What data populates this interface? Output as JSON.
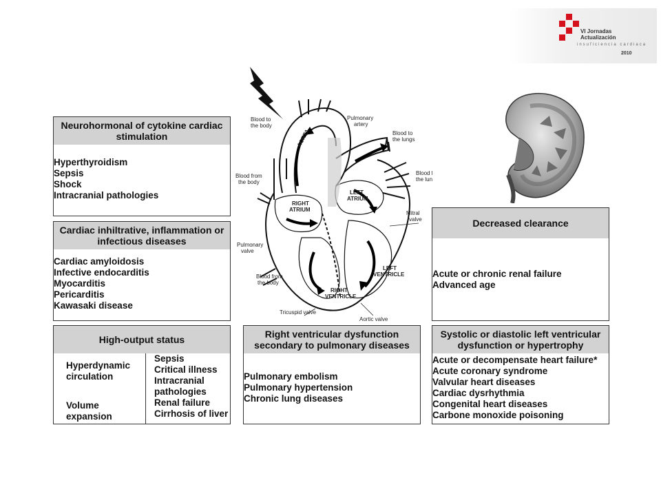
{
  "logo": {
    "line1": "VI Jornadas",
    "line2": "Actualización",
    "line3": "insuficiencia cardiaca",
    "year": "2010",
    "accent_color": "#d6111e"
  },
  "boxes": {
    "neuro": {
      "title": "Neurohormonal of cytokine cardiac stimulation",
      "items": [
        "Hyperthyroidism",
        "Sepsis",
        "Shock",
        "Intracranial pathologies"
      ]
    },
    "infiltrative": {
      "title": "Cardiac inhiltrative, inflammation or infectious diseases",
      "items": [
        "Cardiac amyloidosis",
        "Infective endocarditis",
        "Myocarditis",
        "Pericarditis",
        "Kawasaki disease"
      ]
    },
    "high_output": {
      "title": "High-output status",
      "left": [
        "Hyperdynamic circulation",
        "Volume expansion"
      ],
      "right": [
        "Sepsis",
        "Critical illness",
        "Intracranial pathologies",
        "Renal failure",
        "Cirrhosis of liver"
      ]
    },
    "rv": {
      "title": "Right ventricular dysfunction secondary to pulmonary diseases",
      "items": [
        "Pulmonary embolism",
        "Pulmonary hypertension",
        "Chronic lung diseases"
      ]
    },
    "clearance": {
      "title": "Decreased clearance",
      "items": [
        "Acute or chronic renal failure",
        "Advanced age"
      ]
    },
    "lv": {
      "title": "Systolic or diastolic left ventricular dysfunction or hypertrophy",
      "items": [
        "Acute or decompensate heart failure*",
        "Acute coronary syndrome",
        "Valvular heart diseases",
        "Cardiac dysrhythmia",
        "Congenital heart diseases",
        "Carbone monoxide poisoning"
      ]
    }
  },
  "heart": {
    "aorta": "AORTA",
    "blood_to_body_top": [
      "Blood to",
      "the body"
    ],
    "pulmonary_artery": [
      "Pulmonary",
      "artery"
    ],
    "blood_to_lungs": [
      "Blood to",
      "the lungs"
    ],
    "blood_from_lungs": [
      "Blood from",
      "the lungs"
    ],
    "blood_from_body_top": [
      "Blood from",
      "the body"
    ],
    "left_atrium": [
      "LEFT",
      "ATRIUM"
    ],
    "right_atrium": [
      "RIGHT",
      "ATRIUM"
    ],
    "mitral_valve": [
      "Mitral",
      "valve"
    ],
    "pulmonary_valve": [
      "Pulmonary",
      "valve"
    ],
    "left_ventricle": [
      "LEFT",
      "VENTRICLE"
    ],
    "right_ventricle": [
      "RIGHT",
      "VENTRICLE"
    ],
    "blood_from_body_bottom": [
      "Blood from",
      "the body"
    ],
    "tricuspid_valve": "Tricuspid valve",
    "aortic_valve": "Aortic valve"
  }
}
